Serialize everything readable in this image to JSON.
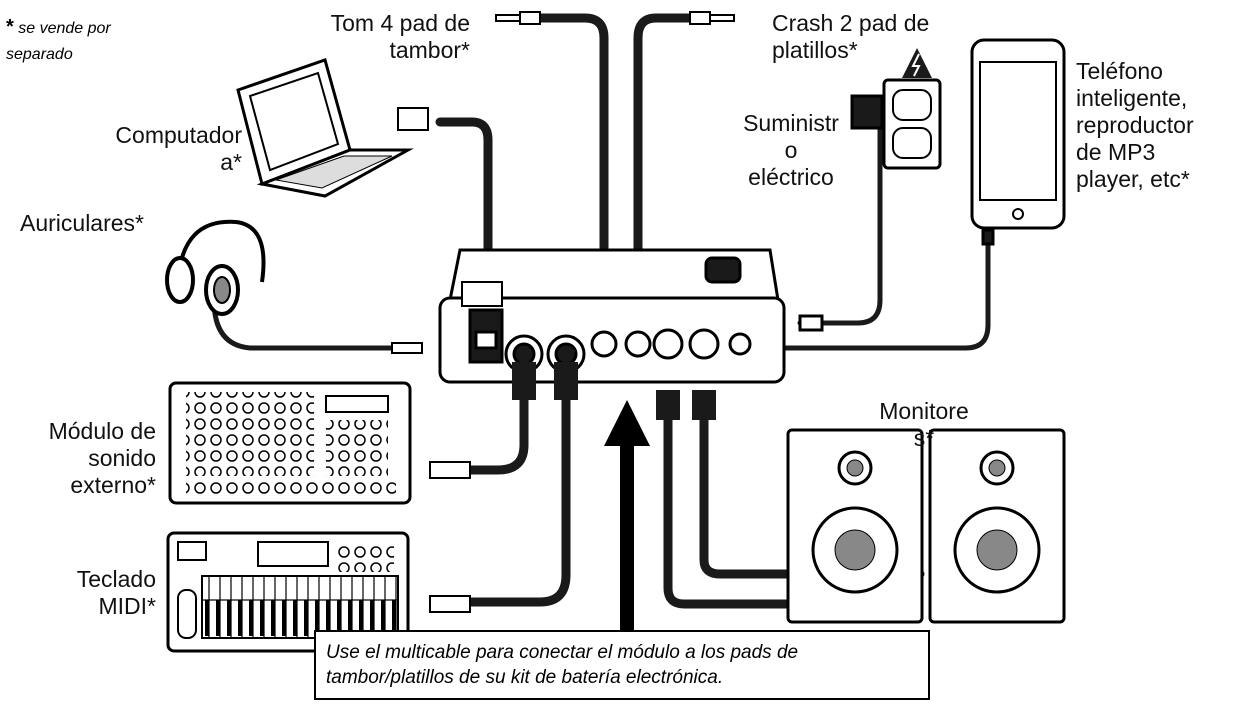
{
  "note": {
    "star": "*",
    "text": "se vende por separado"
  },
  "labels": {
    "tom4": [
      "Tom 4 pad de",
      "tambor*"
    ],
    "crash2": [
      "Crash 2 pad de",
      "platillos*"
    ],
    "computer": [
      "Computador",
      "a*"
    ],
    "headphones": "Auriculares*",
    "power": [
      "Suministr",
      "o",
      "eléctrico"
    ],
    "phone": [
      "Teléfono",
      "inteligente,",
      "reproductor",
      "de MP3",
      "player, etc*"
    ],
    "sound_module": [
      "Módulo de",
      "sonido",
      "externo*"
    ],
    "keyboard": [
      "Teclado",
      "MIDI*"
    ],
    "monitors": [
      "Monitore",
      "s*"
    ]
  },
  "callout": {
    "line1": "Use el multicable para conectar el módulo a los pads de",
    "line2": "tambor/platillos de su kit de batería electrónica."
  },
  "colors": {
    "ink": "#000000",
    "cable": "#1a1a1a",
    "paper": "#ffffff"
  }
}
